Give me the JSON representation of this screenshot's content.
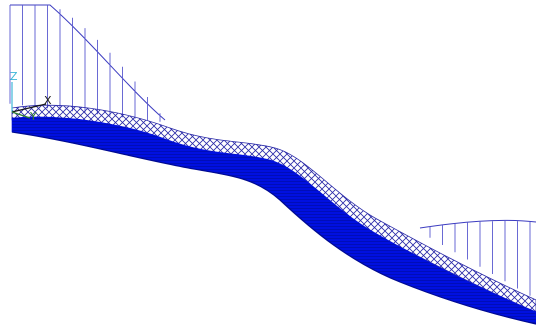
{
  "colors": {
    "background": "#ffffff",
    "cable": "#3c3cc0",
    "hanger": "#5a5ad0",
    "truss": "#2a2aa8",
    "deck": "#0010e0",
    "deck_dark": "#000a90",
    "axis_z": "#3fb8d8",
    "axis_x": "#1a1a1a",
    "axis_y": "#2f7f2f"
  },
  "triad": {
    "z_label": "Z",
    "x_label": "X",
    "y_label": "Y"
  }
}
